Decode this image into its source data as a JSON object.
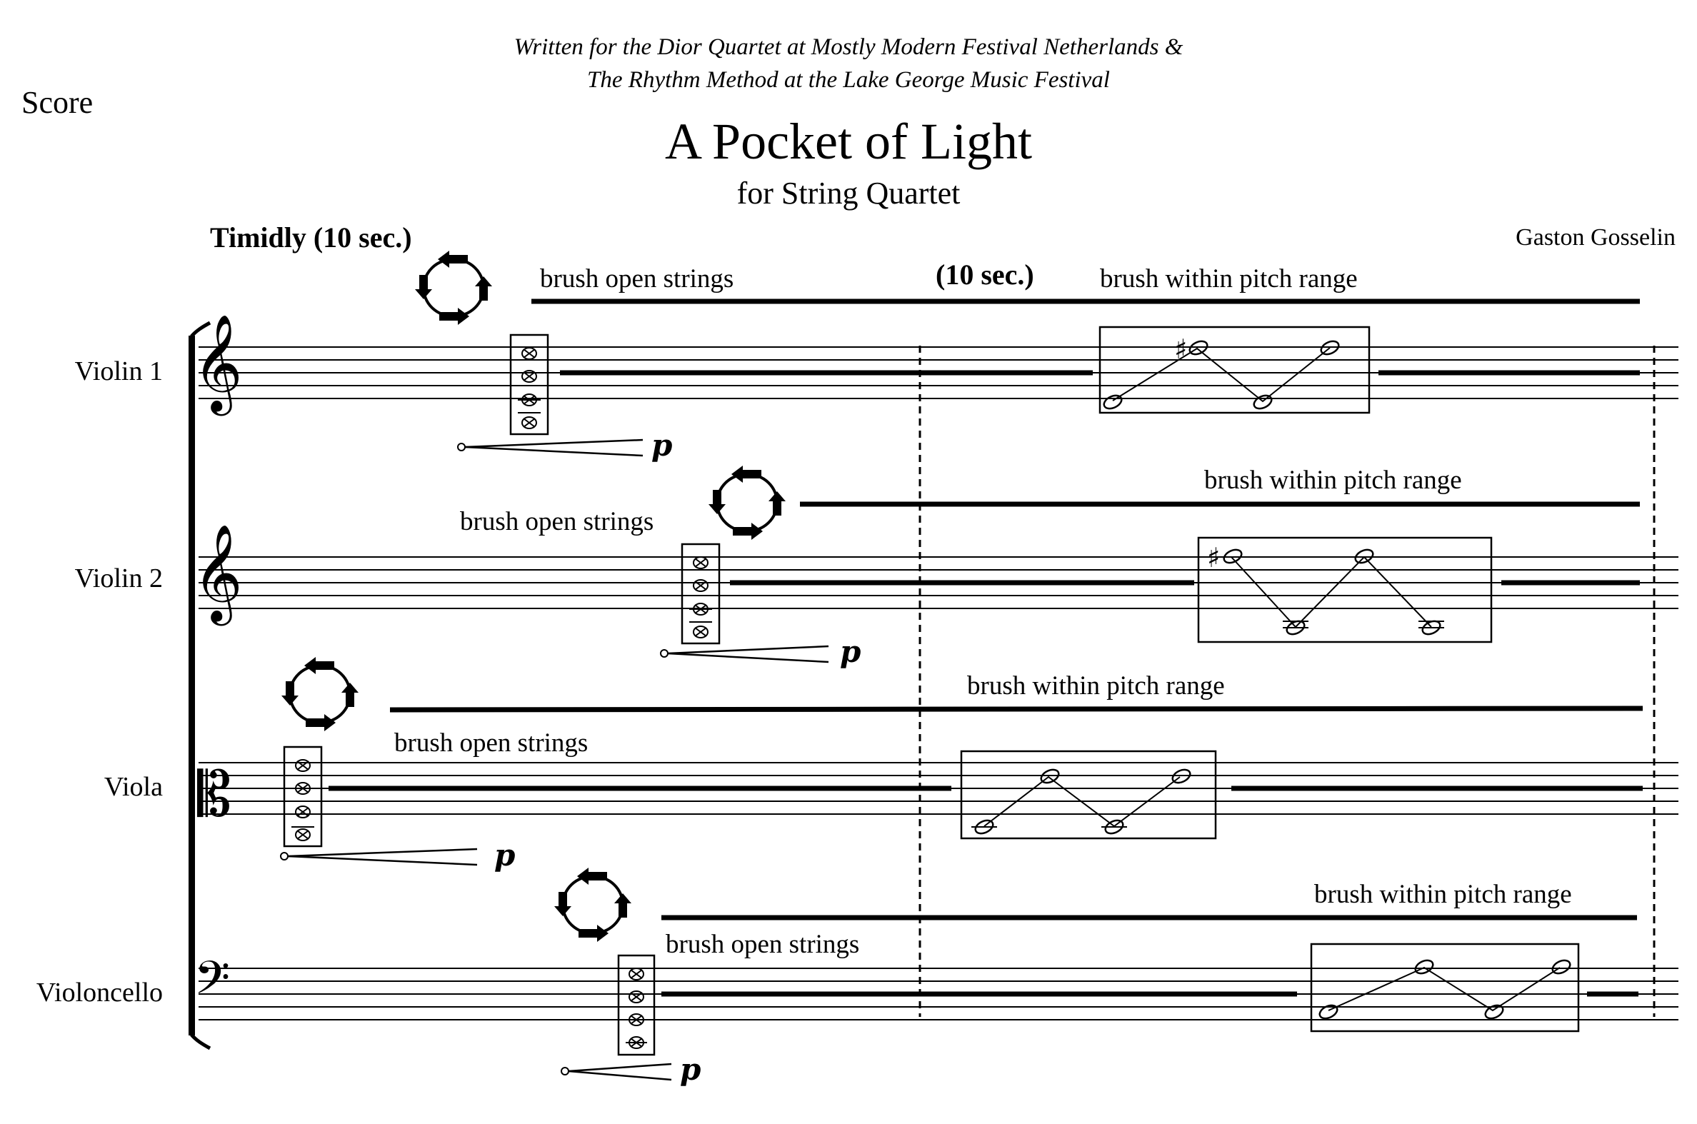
{
  "header": {
    "score_label": "Score",
    "dedication_line1": "Written for the Dior Quartet at Mostly Modern Festival Netherlands &",
    "dedication_line2": "The Rhythm Method at the Lake George Music Festival",
    "title": "A Pocket of Light",
    "subtitle": "for String Quartet",
    "composer": "Gaston Gosselin",
    "tempo": "Timidly (10 sec.)",
    "section_duration": "(10 sec.)"
  },
  "staves": [
    {
      "name": "Violin 1",
      "clef": "treble",
      "clef_glyph": "𝄞",
      "technique1": "brush open strings",
      "technique2": "brush within pitch range",
      "dynamic": "p"
    },
    {
      "name": "Violin 2",
      "clef": "treble",
      "clef_glyph": "𝄞",
      "technique1": "brush open strings",
      "technique2": "brush within pitch range",
      "dynamic": "p"
    },
    {
      "name": "Viola",
      "clef": "alto",
      "clef_glyph": "𝄡",
      "technique1": "brush open strings",
      "technique2": "brush within pitch range",
      "dynamic": "p"
    },
    {
      "name": "Violoncello",
      "clef": "bass",
      "clef_glyph": "𝄢",
      "technique1": "brush open strings",
      "technique2": "brush within pitch range",
      "dynamic": "p"
    }
  ],
  "symbols": {
    "sharp": "♯"
  },
  "colors": {
    "ink": "#000000",
    "paper": "#ffffff"
  }
}
